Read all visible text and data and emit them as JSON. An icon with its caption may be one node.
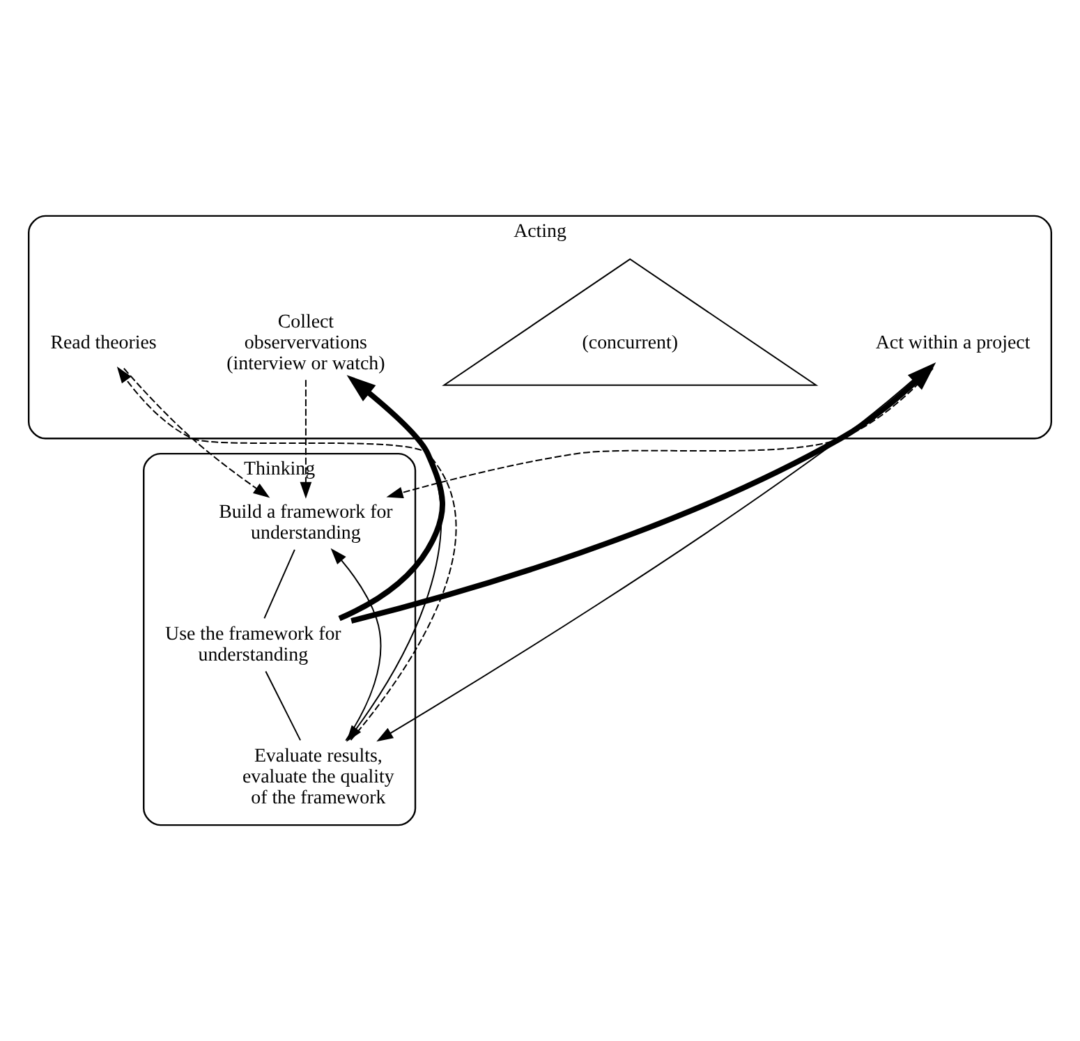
{
  "diagram": {
    "nodes": [
      {
        "text": [
          "Acting"
        ]
      },
      {
        "text": [
          "Read theories"
        ],
        "in": 0
      },
      {
        "text": [
          "(concurrent)"
        ],
        "in": 0
      },
      {
        "text": [
          "Collect observervations (interview or watch)"
        ],
        "in": 0
      },
      {
        "text": [
          "Act within a project"
        ],
        "in": 0
      },
      {
        "text": [
          "Thinking"
        ]
      },
      {
        "text": [
          "Build a framework for understanding"
        ],
        "in": 5
      },
      {
        "text": [
          "Evaluate results, evaluate the quality of the framework"
        ],
        "in": 5
      },
      {
        "text": [
          "Use the framework for understanding"
        ],
        "in": 5
      }
    ],
    "edges": [
      {
        "from": 1,
        "to": 6,
        "arrow": "to",
        "style": "dashed"
      },
      {
        "from": 4,
        "to": 6,
        "arrow": "to",
        "style": "dashed"
      },
      {
        "from": 3,
        "to": 6,
        "arrow": "to",
        "style": "dashed"
      },
      {
        "from": 3,
        "to": 7,
        "arrow": "to"
      },
      {
        "from": 4,
        "to": 7,
        "arrow": "to"
      },
      {
        "from": 8,
        "to": 3,
        "arrow": "to",
        "style": "thick"
      },
      {
        "from": 8,
        "to": 4,
        "arrow": "to",
        "style": "thick"
      },
      {
        "from": 7,
        "to": 1,
        "arrow": "to",
        "style": "dashed"
      },
      {
        "from": 6,
        "to": 8,
        "arrow": "none"
      },
      {
        "from": 8,
        "to": 7,
        "arrow": "none"
      },
      {
        "from": 7,
        "to": 6,
        "arrow": "to"
      }
    ]
  }
}
